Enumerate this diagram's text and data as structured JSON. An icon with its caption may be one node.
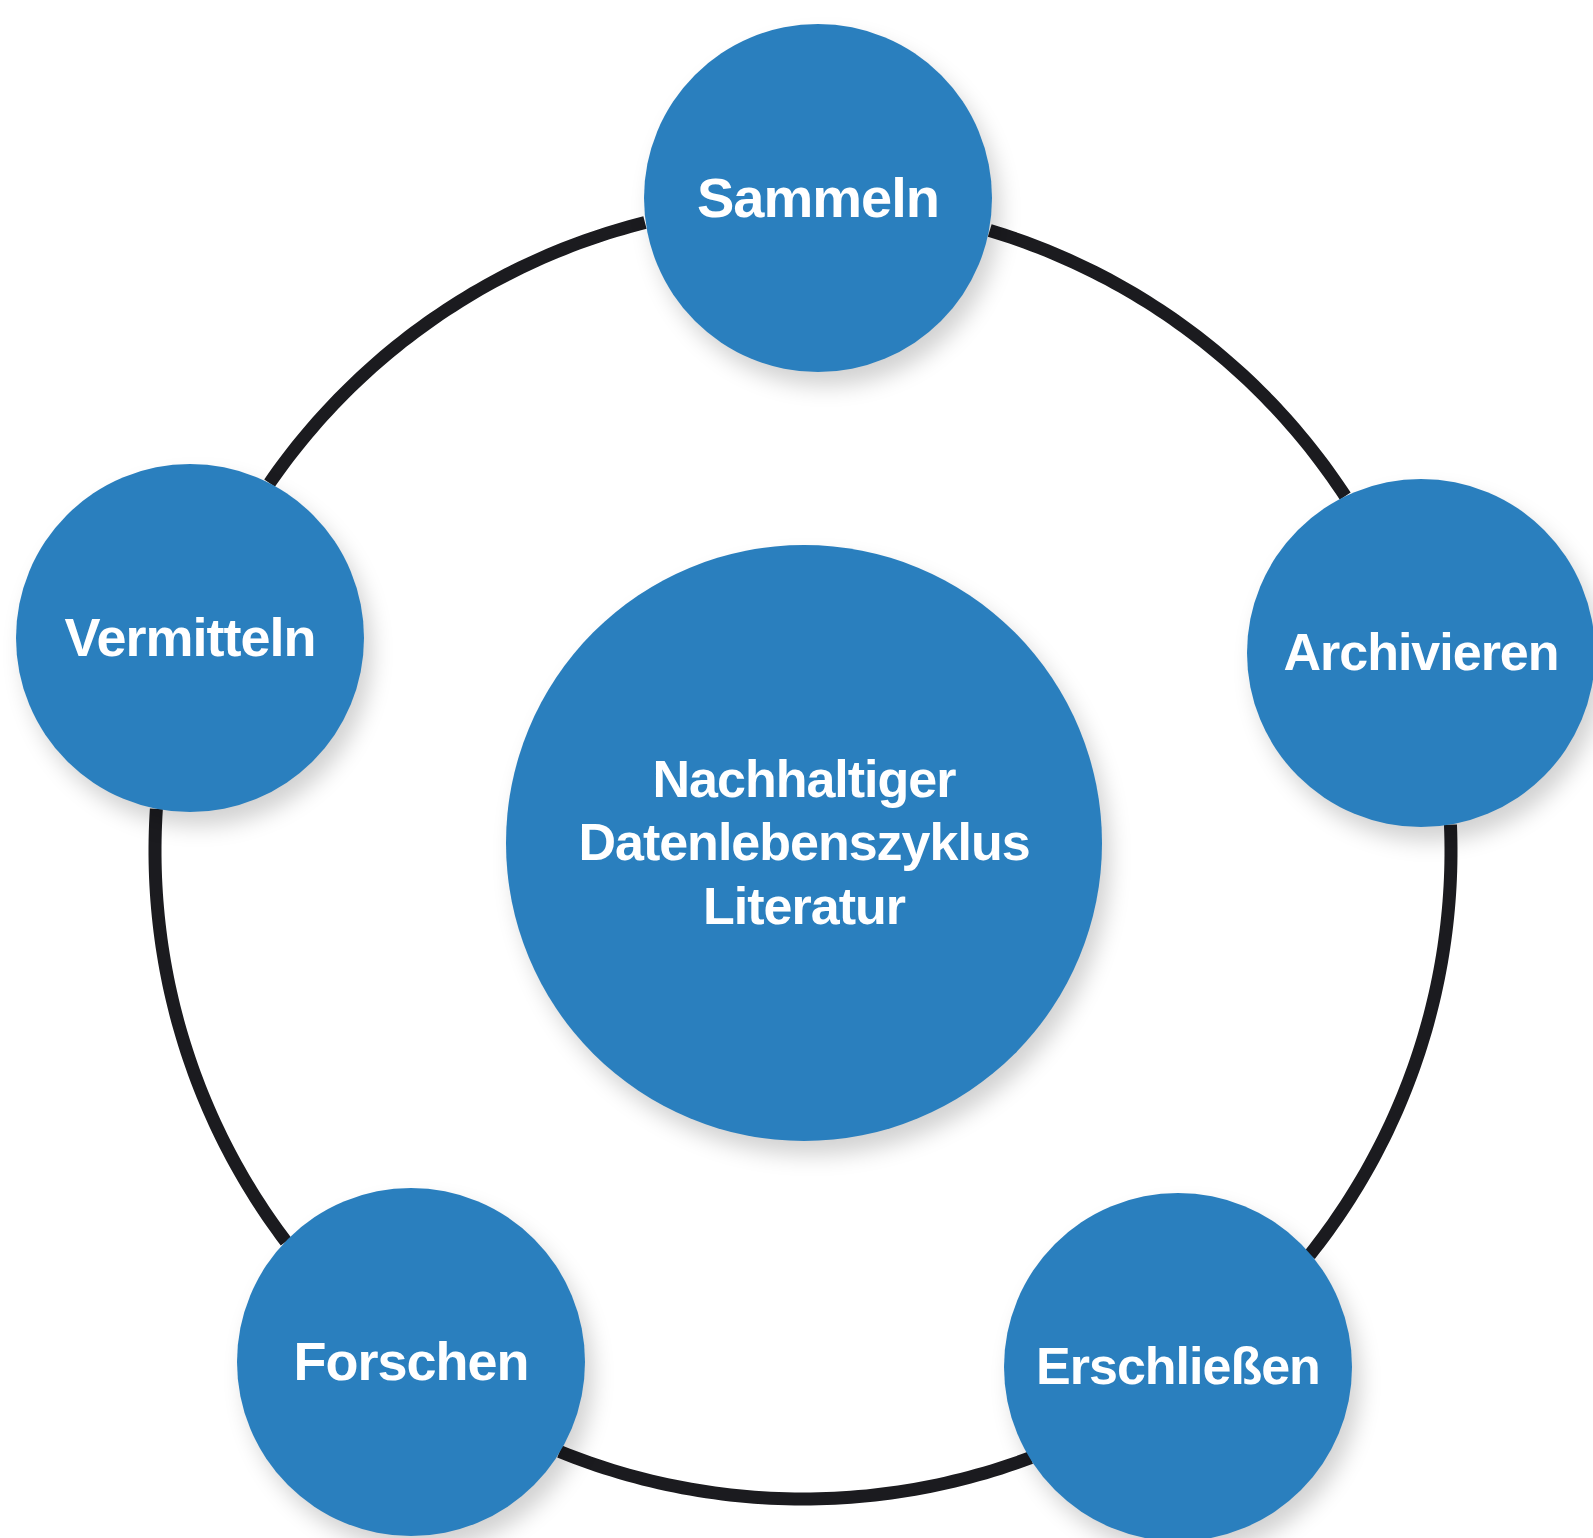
{
  "diagram": {
    "nodes": [
      {
        "text": [
          "Sammeln"
        ]
      },
      {
        "text": [
          "Archivieren"
        ]
      },
      {
        "text": [
          "Erschließen"
        ]
      },
      {
        "text": [
          "Forschen"
        ]
      },
      {
        "text": [
          "Vermitteln"
        ]
      },
      {
        "text": [
          "Nachhaltiger Datenlebenszyklus Literatur"
        ]
      }
    ],
    "edges": [
      {
        "from": 0,
        "to": 1,
        "arrow": "none"
      },
      {
        "from": 1,
        "to": 2,
        "arrow": "none"
      },
      {
        "from": 2,
        "to": 3,
        "arrow": "none"
      },
      {
        "from": 3,
        "to": 4,
        "arrow": "none"
      },
      {
        "from": 4,
        "to": 0,
        "arrow": "none"
      }
    ]
  }
}
